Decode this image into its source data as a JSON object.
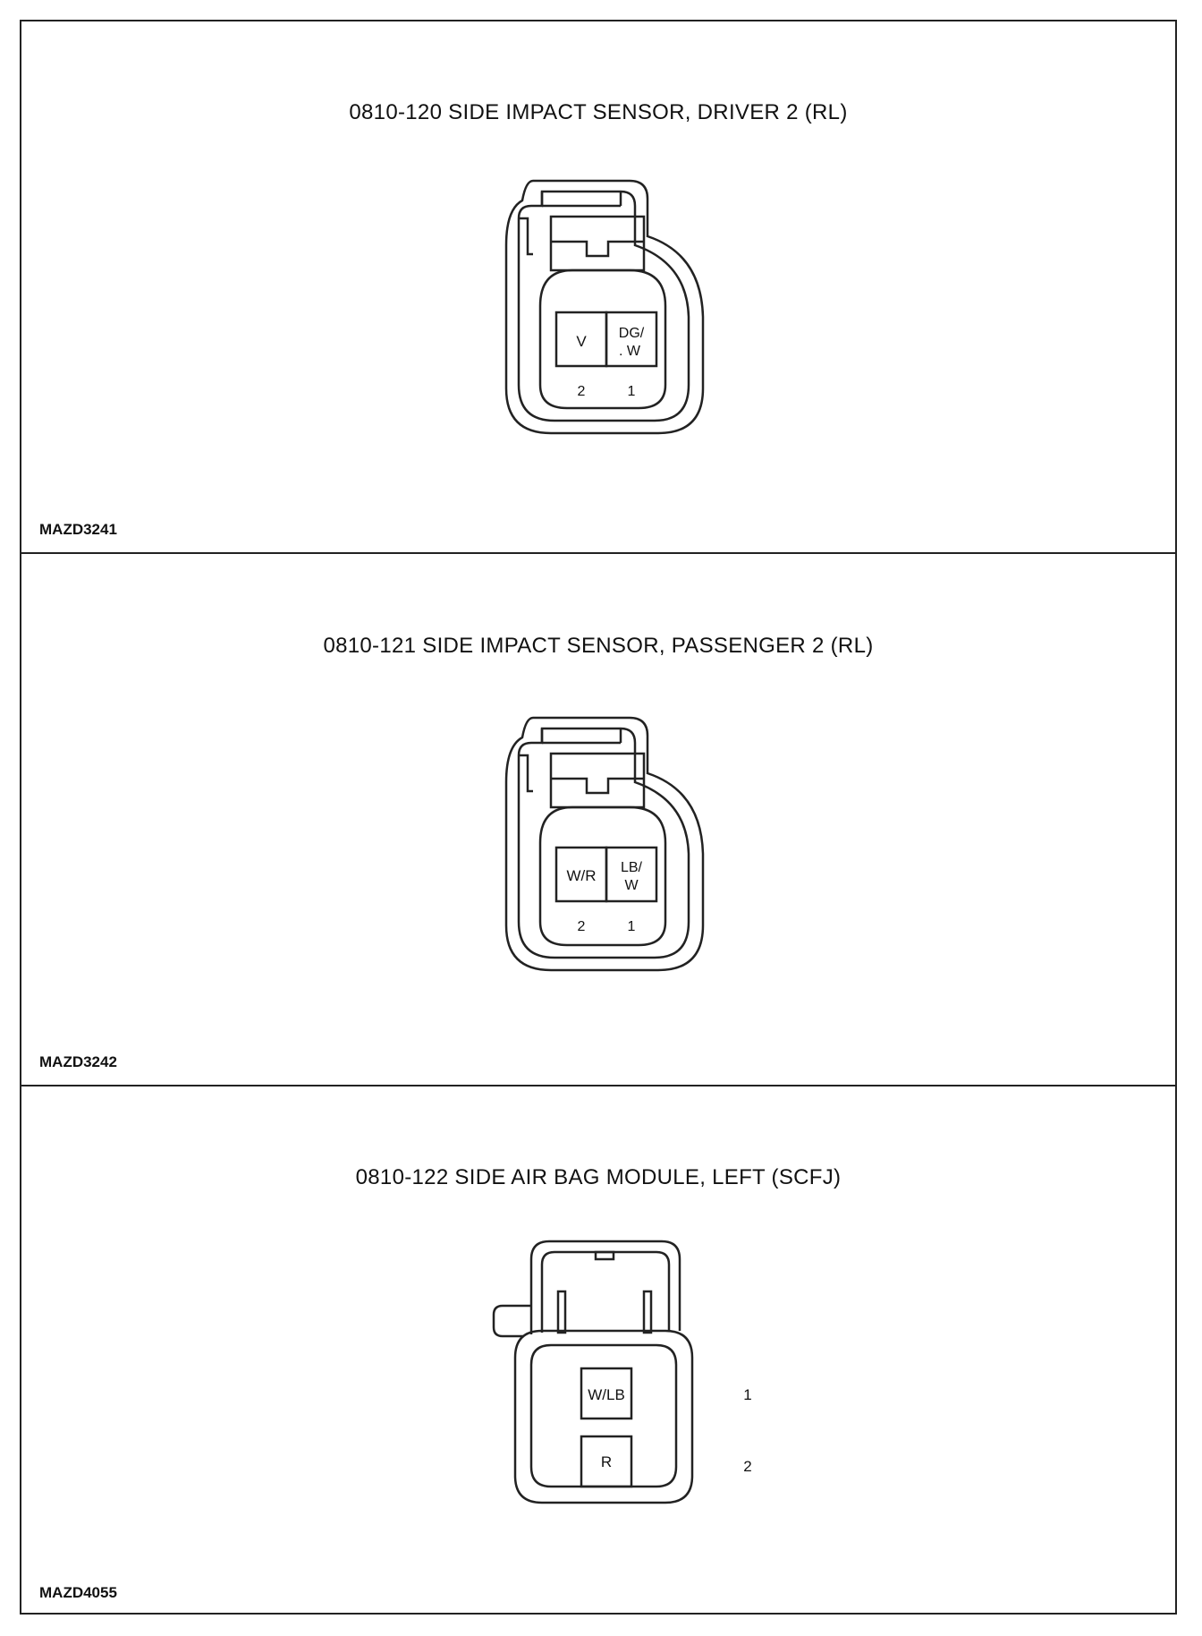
{
  "panels": [
    {
      "title": "0810-120 SIDE IMPACT SENSOR, DRIVER 2 (RL)",
      "code": "MAZD3241",
      "connector": {
        "terminals": [
          {
            "pin": "2",
            "wire": [
              "V"
            ]
          },
          {
            "pin": "1",
            "wire": [
              "DG/",
              ". W"
            ]
          }
        ]
      }
    },
    {
      "title": "0810-121 SIDE IMPACT SENSOR, PASSENGER 2 (RL)",
      "code": "MAZD3242",
      "connector": {
        "terminals": [
          {
            "pin": "2",
            "wire": [
              "W/R"
            ]
          },
          {
            "pin": "1",
            "wire": [
              "LB/",
              "W"
            ]
          }
        ]
      }
    },
    {
      "title": "0810-122 SIDE AIR BAG MODULE, LEFT (SCFJ)",
      "code": "MAZD4055",
      "connector": {
        "terminals": [
          {
            "pin": "1",
            "wire": [
              "W/LB"
            ]
          },
          {
            "pin": "2",
            "wire": [
              "R"
            ]
          }
        ]
      }
    }
  ]
}
